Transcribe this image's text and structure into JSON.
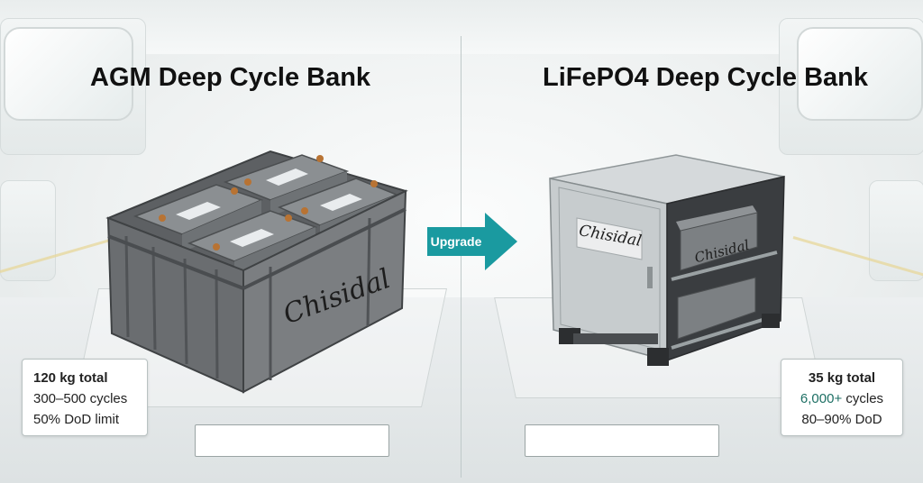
{
  "left": {
    "title": "AGM Deep Cycle Bank",
    "brand": "Chisidal",
    "specs": [
      "120 kg total",
      "300–500 cycles",
      "50% DoD limit"
    ]
  },
  "right": {
    "title": "LiFePO4 Deep Cycle Bank",
    "brand": "Chisidal",
    "specs": [
      "35 kg total",
      "6,000+",
      " cycles",
      "80–90% DoD"
    ]
  },
  "arrow": {
    "label": "Upgrade",
    "color": "#1a9aa0"
  },
  "colors": {
    "accent": "#1d6f64",
    "battery": "#6b6e70",
    "cabinet": "#c6cbcd"
  }
}
